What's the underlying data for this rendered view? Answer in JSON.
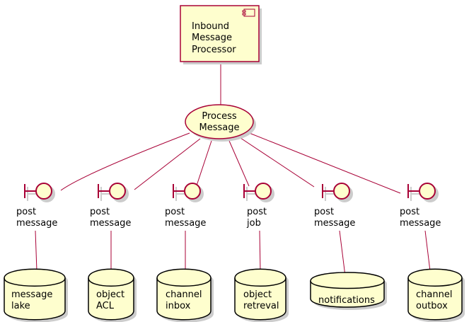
{
  "component": {
    "label_lines": [
      "Inbound",
      "Message",
      "Processor"
    ],
    "icon": "component-icon"
  },
  "usecase": {
    "label_lines": [
      "Process",
      "Message"
    ]
  },
  "boundaries": [
    {
      "label_lines": [
        "post",
        "message"
      ]
    },
    {
      "label_lines": [
        "post",
        "message"
      ]
    },
    {
      "label_lines": [
        "post",
        "message"
      ]
    },
    {
      "label_lines": [
        "post",
        "job"
      ]
    },
    {
      "label_lines": [
        "post",
        "message"
      ]
    },
    {
      "label_lines": [
        "post",
        "message"
      ]
    }
  ],
  "databases": [
    {
      "label_lines": [
        "message",
        "lake"
      ]
    },
    {
      "label_lines": [
        "object",
        "ACL"
      ]
    },
    {
      "label_lines": [
        "channel",
        "inbox"
      ]
    },
    {
      "label_lines": [
        "object",
        "retreval"
      ]
    },
    {
      "label_lines": [
        "notifications"
      ]
    },
    {
      "label_lines": [
        "channel",
        "outbox"
      ]
    }
  ],
  "colors": {
    "fill": "#FEFECE",
    "stroke": "#A80036",
    "shadow": "#CCCCCC",
    "db_stroke": "#000000",
    "text": "#000000"
  }
}
